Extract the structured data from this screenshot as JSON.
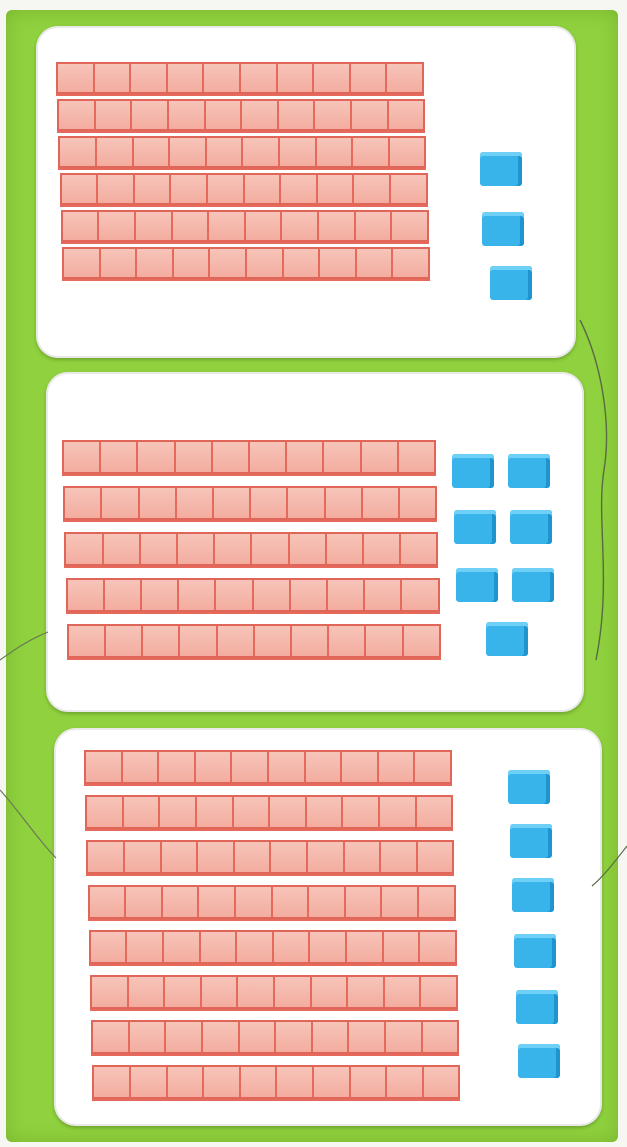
{
  "colors": {
    "board": "#8fd13e",
    "panel": "#ffffff",
    "ten_rod_fill": "#f1a89a",
    "ten_rod_line": "#e0665a",
    "unit_cube": "#38b4ea"
  },
  "panels": [
    {
      "name": "panel-1",
      "ten_rods": 6,
      "unit_cubes": 3,
      "units_per_rod": 10
    },
    {
      "name": "panel-2",
      "ten_rods": 5,
      "unit_cubes": 7,
      "units_per_rod": 10
    },
    {
      "name": "panel-3",
      "ten_rods": 8,
      "unit_cubes": 6,
      "units_per_rod": 10
    }
  ]
}
